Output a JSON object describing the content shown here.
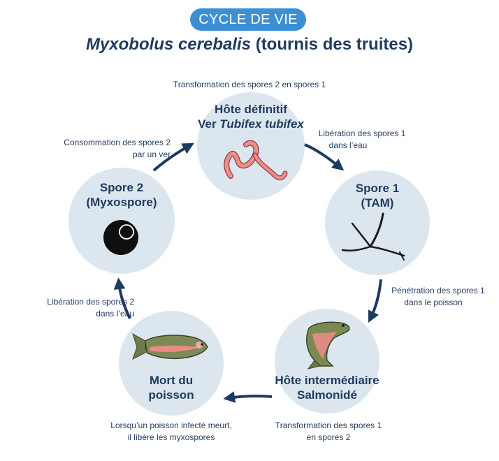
{
  "header": {
    "badge": "CYCLE DE VIE",
    "title_species": "Myxobolus cerebalis",
    "title_common": " (tournis des truites)"
  },
  "nodes": {
    "definitive_host": {
      "line1": "Hôte définitif",
      "line2_prefix": "Ver ",
      "line2_species": "Tubifex tubifex"
    },
    "spore1": {
      "line1": "Spore 1",
      "line2": "(TAM)"
    },
    "intermediate_host": {
      "line1": "Hôte intermédiaire",
      "line2": "Salmonidé"
    },
    "dead_fish": {
      "line1": "Mort du",
      "line2": "poisson"
    },
    "spore2": {
      "line1": "Spore 2",
      "line2": "(Myxospore)"
    }
  },
  "notes": {
    "transform_2_to_1": "Transformation des spores 2 en spores 1",
    "release_1_line1": "Libération des spores 1",
    "release_1_line2": "dans l’eau",
    "penetration_line1": "Pénétration des spores 1",
    "penetration_line2": "dans le poisson",
    "transform_1_to_2_line1": "Transformation des spores 1",
    "transform_1_to_2_line2": "en spores 2",
    "death_line1": "Lorsqu’un poisson infecté meurt,",
    "death_line2": "il libère les myxospores",
    "release_2_line1": "Libération des spores 2",
    "release_2_line2": "dans l’eau",
    "consumption_line1": "Consommation des spores 2",
    "consumption_line2": "par un ver"
  },
  "colors": {
    "accent": "#3d8fd4",
    "text": "#1f3a5f",
    "circle": "#dce6ef",
    "arrow": "#1f3a5f"
  },
  "icons": {
    "definitive_host": "worm-icon",
    "spore1": "tam-spore-icon",
    "intermediate_host": "trout-icon",
    "dead_fish": "dead-fish-icon",
    "spore2": "myxospore-icon"
  }
}
